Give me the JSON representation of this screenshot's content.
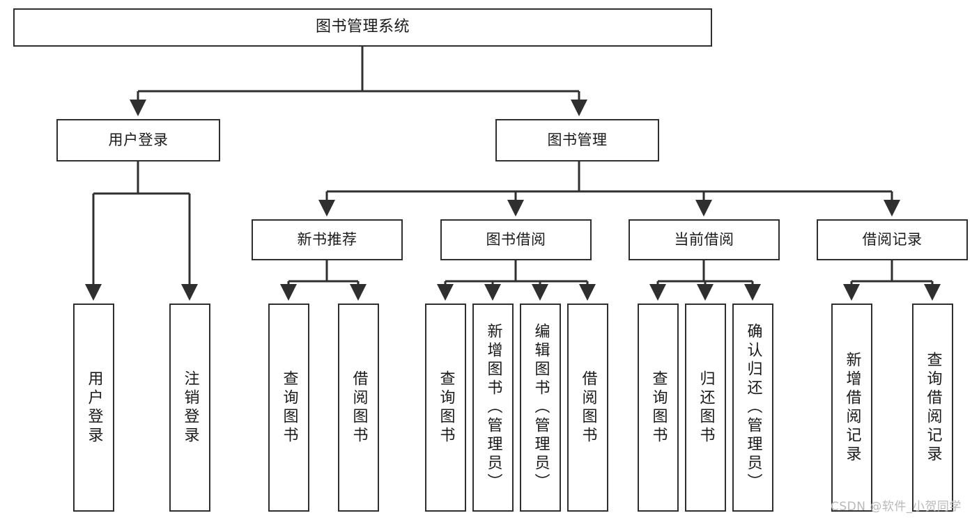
{
  "diagram": {
    "title": "图书管理系统",
    "type": "功能结构图",
    "root": {
      "label": "图书管理系统"
    },
    "level2": [
      {
        "label": "用户登录"
      },
      {
        "label": "图书管理"
      }
    ],
    "level3": [
      {
        "label": "新书推荐"
      },
      {
        "label": "图书借阅"
      },
      {
        "label": "当前借阅"
      },
      {
        "label": "借阅记录"
      }
    ],
    "leaves": {
      "user_login": [
        {
          "label": "用户登录"
        },
        {
          "label": "注销登录"
        }
      ],
      "new_book_recommend": [
        {
          "label": "查询图书"
        },
        {
          "label": "借阅图书"
        }
      ],
      "book_borrow": [
        {
          "label": "查询图书"
        },
        {
          "label": "新增图书（管理员）"
        },
        {
          "label": "编辑图书（管理员）"
        },
        {
          "label": "借阅图书"
        }
      ],
      "current_borrow": [
        {
          "label": "查询图书"
        },
        {
          "label": "归还图书"
        },
        {
          "label": "确认归还（管理员）"
        }
      ],
      "borrow_record": [
        {
          "label": "新增借阅记录"
        },
        {
          "label": "查询借阅记录"
        }
      ]
    }
  },
  "watermark": {
    "text": "CSDN @软件_小贺同学"
  },
  "colors": {
    "box_border": "#2f2f2f",
    "box_fill": "#ffffff",
    "connector": "#2f2f2f",
    "text": "#1a1a1a",
    "watermark": "#b9b9b9",
    "background": "#ffffff"
  }
}
